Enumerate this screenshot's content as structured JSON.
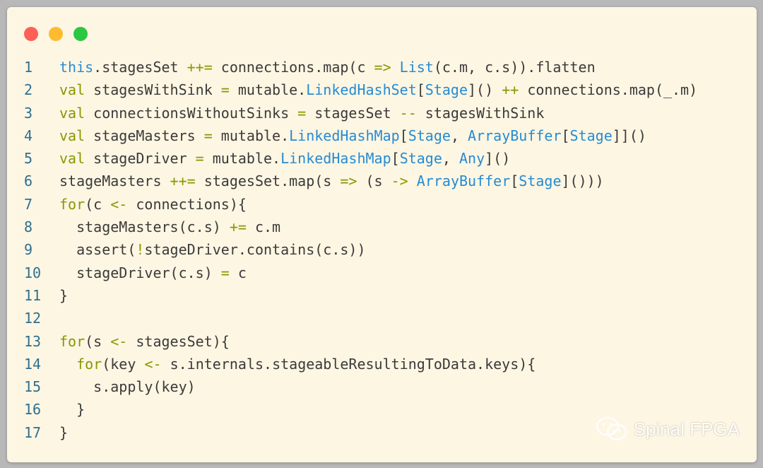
{
  "window": {
    "controls": [
      "close",
      "minimize",
      "maximize"
    ]
  },
  "code": {
    "lines": [
      {
        "n": "1",
        "tokens": [
          {
            "t": "this",
            "c": "kw"
          },
          {
            "t": ".stagesSet ",
            "c": ""
          },
          {
            "t": "++=",
            "c": "op"
          },
          {
            "t": " connections.map(c ",
            "c": ""
          },
          {
            "t": "=>",
            "c": "op"
          },
          {
            "t": " ",
            "c": ""
          },
          {
            "t": "List",
            "c": "tp"
          },
          {
            "t": "(c.m, c.s)).flatten",
            "c": ""
          }
        ]
      },
      {
        "n": "2",
        "tokens": [
          {
            "t": "val",
            "c": "op"
          },
          {
            "t": " stagesWithSink ",
            "c": ""
          },
          {
            "t": "=",
            "c": "op"
          },
          {
            "t": " mutable.",
            "c": ""
          },
          {
            "t": "LinkedHashSet",
            "c": "tp"
          },
          {
            "t": "[",
            "c": ""
          },
          {
            "t": "Stage",
            "c": "tp"
          },
          {
            "t": "]() ",
            "c": ""
          },
          {
            "t": "++",
            "c": "op"
          },
          {
            "t": " connections.map(_.m)",
            "c": ""
          }
        ]
      },
      {
        "n": "3",
        "tokens": [
          {
            "t": "val",
            "c": "op"
          },
          {
            "t": " connectionsWithoutSinks ",
            "c": ""
          },
          {
            "t": "=",
            "c": "op"
          },
          {
            "t": " stagesSet ",
            "c": ""
          },
          {
            "t": "--",
            "c": "op"
          },
          {
            "t": " stagesWithSink",
            "c": ""
          }
        ]
      },
      {
        "n": "4",
        "tokens": [
          {
            "t": "val",
            "c": "op"
          },
          {
            "t": " stageMasters ",
            "c": ""
          },
          {
            "t": "=",
            "c": "op"
          },
          {
            "t": " mutable.",
            "c": ""
          },
          {
            "t": "LinkedHashMap",
            "c": "tp"
          },
          {
            "t": "[",
            "c": ""
          },
          {
            "t": "Stage",
            "c": "tp"
          },
          {
            "t": ", ",
            "c": ""
          },
          {
            "t": "ArrayBuffer",
            "c": "tp"
          },
          {
            "t": "[",
            "c": ""
          },
          {
            "t": "Stage",
            "c": "tp"
          },
          {
            "t": "]]()",
            "c": ""
          }
        ]
      },
      {
        "n": "5",
        "tokens": [
          {
            "t": "val",
            "c": "op"
          },
          {
            "t": " stageDriver ",
            "c": ""
          },
          {
            "t": "=",
            "c": "op"
          },
          {
            "t": " mutable.",
            "c": ""
          },
          {
            "t": "LinkedHashMap",
            "c": "tp"
          },
          {
            "t": "[",
            "c": ""
          },
          {
            "t": "Stage",
            "c": "tp"
          },
          {
            "t": ", ",
            "c": ""
          },
          {
            "t": "Any",
            "c": "tp"
          },
          {
            "t": "]()",
            "c": ""
          }
        ]
      },
      {
        "n": "6",
        "tokens": [
          {
            "t": "stageMasters ",
            "c": ""
          },
          {
            "t": "++=",
            "c": "op"
          },
          {
            "t": " stagesSet.map(s ",
            "c": ""
          },
          {
            "t": "=>",
            "c": "op"
          },
          {
            "t": " (s ",
            "c": ""
          },
          {
            "t": "->",
            "c": "op"
          },
          {
            "t": " ",
            "c": ""
          },
          {
            "t": "ArrayBuffer",
            "c": "tp"
          },
          {
            "t": "[",
            "c": ""
          },
          {
            "t": "Stage",
            "c": "tp"
          },
          {
            "t": "]()))",
            "c": ""
          }
        ]
      },
      {
        "n": "7",
        "tokens": [
          {
            "t": "for",
            "c": "op"
          },
          {
            "t": "(c ",
            "c": ""
          },
          {
            "t": "<-",
            "c": "op"
          },
          {
            "t": " connections){",
            "c": ""
          }
        ]
      },
      {
        "n": "8",
        "tokens": [
          {
            "t": "  stageMasters(c.s) ",
            "c": ""
          },
          {
            "t": "+=",
            "c": "op"
          },
          {
            "t": " c.m",
            "c": ""
          }
        ]
      },
      {
        "n": "9",
        "tokens": [
          {
            "t": "  assert(",
            "c": ""
          },
          {
            "t": "!",
            "c": "op"
          },
          {
            "t": "stageDriver.contains(c.s))",
            "c": ""
          }
        ]
      },
      {
        "n": "10",
        "tokens": [
          {
            "t": "  stageDriver(c.s) ",
            "c": ""
          },
          {
            "t": "=",
            "c": "op"
          },
          {
            "t": " c",
            "c": ""
          }
        ]
      },
      {
        "n": "11",
        "tokens": [
          {
            "t": "}",
            "c": ""
          }
        ]
      },
      {
        "n": "12",
        "tokens": []
      },
      {
        "n": "13",
        "tokens": [
          {
            "t": "for",
            "c": "op"
          },
          {
            "t": "(s ",
            "c": ""
          },
          {
            "t": "<-",
            "c": "op"
          },
          {
            "t": " stagesSet){",
            "c": ""
          }
        ]
      },
      {
        "n": "14",
        "tokens": [
          {
            "t": "  ",
            "c": ""
          },
          {
            "t": "for",
            "c": "op"
          },
          {
            "t": "(key ",
            "c": ""
          },
          {
            "t": "<-",
            "c": "op"
          },
          {
            "t": " s.internals.stageableResultingToData.keys){",
            "c": ""
          }
        ]
      },
      {
        "n": "15",
        "tokens": [
          {
            "t": "    s.apply(key)",
            "c": ""
          }
        ]
      },
      {
        "n": "16",
        "tokens": [
          {
            "t": "  }",
            "c": ""
          }
        ]
      },
      {
        "n": "17",
        "tokens": [
          {
            "t": "}",
            "c": ""
          }
        ]
      }
    ]
  },
  "watermark": {
    "icon": "wechat-icon",
    "text": "Spinal FPGA"
  },
  "colors": {
    "background": "#fdf6e3",
    "keyword": "#2a8bd2",
    "operator": "#859900",
    "type": "#268bd2",
    "text": "#3a3a3a",
    "line_number": "#2f6f8f"
  }
}
